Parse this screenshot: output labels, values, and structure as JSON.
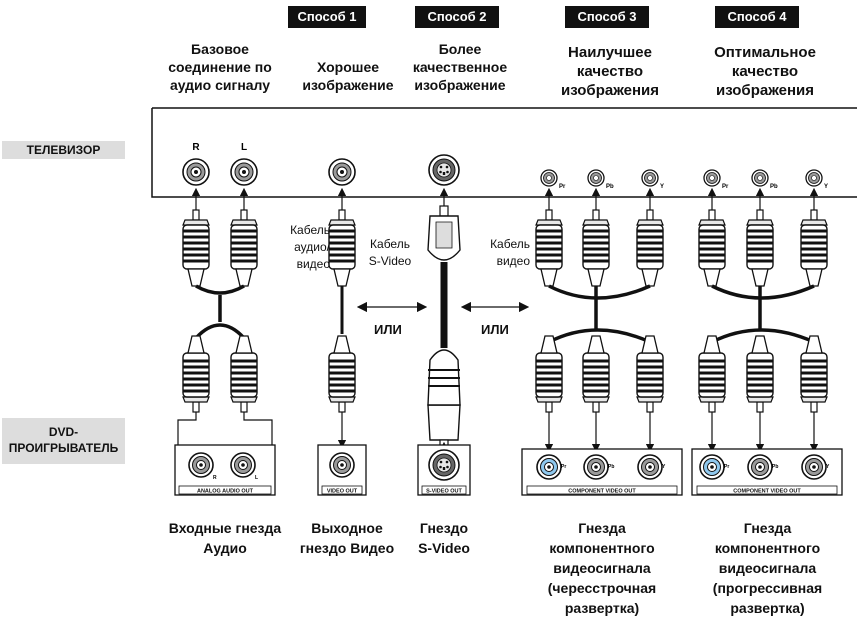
{
  "methods": [
    {
      "label": "Способ 1"
    },
    {
      "label": "Способ 2"
    },
    {
      "label": "Способ 3"
    },
    {
      "label": "Способ 4"
    }
  ],
  "headers": {
    "audio": [
      "Базовое",
      "соединение по",
      "аудио сигналу"
    ],
    "m1": [
      "Хорошее",
      "изображение"
    ],
    "m2": [
      "Более",
      "качественное",
      "изображение"
    ],
    "m3": [
      "Наилучшее",
      "качество",
      "изображения"
    ],
    "m4": [
      "Оптимальное",
      "качество",
      "изображения"
    ]
  },
  "side": {
    "tv": "ТЕЛЕВИЗОР",
    "dvd": [
      "DVD-",
      "ПРОИГРЫВАТЕЛЬ"
    ]
  },
  "jack_letters": {
    "r": "R",
    "l": "L",
    "pr": "Pr",
    "pb": "Pb",
    "y": "Y"
  },
  "cables": {
    "av": [
      "Кабель",
      "аудио/",
      "видео"
    ],
    "svideo": [
      "Кабель",
      "S-Video"
    ],
    "video": [
      "Кабель",
      "видео"
    ]
  },
  "or_label": "ИЛИ",
  "panels": {
    "audio": "ANALOG AUDIO OUT",
    "video": "VIDEO OUT",
    "svideo": "S-VIDEO OUT",
    "component": "COMPONENT VIDEO OUT"
  },
  "bottom": {
    "audio": [
      "Входные гнезда",
      "Аудио"
    ],
    "video": [
      "Выходное",
      "гнездо Видео"
    ],
    "svideo": [
      "Гнездо",
      "S-Video"
    ],
    "comp_i": [
      "Гнезда",
      "компонентного",
      "видеосигнала",
      "(чересстрочная",
      "развертка)"
    ],
    "comp_p": [
      "Гнезда",
      "компонентного",
      "видеосигнала",
      "(прогрессивная",
      "развертка)"
    ]
  }
}
